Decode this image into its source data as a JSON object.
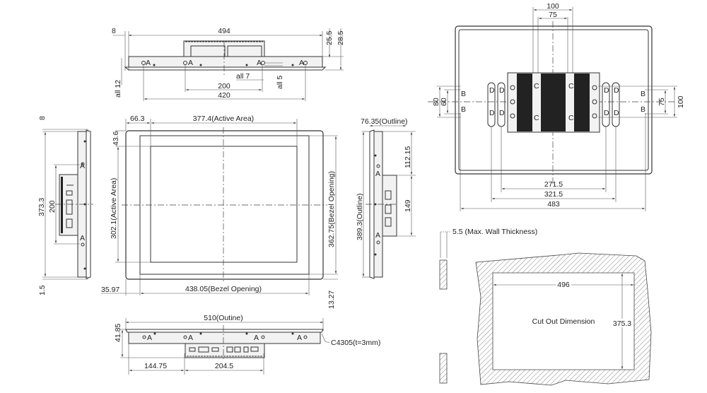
{
  "top_view": {
    "dims": {
      "overall_width": "494",
      "bezel_edge": "8",
      "depth_1": "25.5",
      "depth_2": "28.5",
      "hole_spacing_inner": "200",
      "hole_spacing_outer": "420",
      "hole_dia": "all 7",
      "hole_depth": "all 5",
      "hole_offset": "all 12"
    },
    "hole_label": "A"
  },
  "left_side_view": {
    "dims": {
      "top_offset": "8",
      "height": "373.3",
      "hole_spacing": "200",
      "bottom_offset": "1.5"
    },
    "hole_label": "A"
  },
  "front_view": {
    "dims": {
      "left_offset": "66.3",
      "active_width": "377.4(Active Area)",
      "top_offset": "43.6",
      "active_height": "302.1(Active Area)",
      "bezel_height": "362.75(Bezel Opening)",
      "bezel_left": "35.97",
      "bezel_width": "438.05(Bezel Opening)",
      "bezel_bottom": "13.27"
    }
  },
  "right_side_view": {
    "dims": {
      "depth": "76.35(Outline)",
      "height": "389.3(Outline)",
      "top_to_box": "112.15",
      "box_height": "149"
    },
    "hole_label": "A"
  },
  "bottom_view": {
    "dims": {
      "width": "510(Outine)",
      "depth": "41.85",
      "left_to_box": "144.75",
      "box_width": "204.5"
    },
    "material_note": "C4305(t=3mm)",
    "hole_label": "A"
  },
  "rear_view": {
    "dims": {
      "vesa_100": "100",
      "vesa_75": "75",
      "left_80": "80",
      "left_60": "60",
      "right_75": "75",
      "right_100": "100",
      "span_271": "271.5",
      "span_321": "321.5",
      "span_483": "483"
    },
    "labels": {
      "b": "B",
      "c": "C",
      "d": "D"
    }
  },
  "cutout": {
    "wall_thickness": "5.5 (Max. Wall Thickness)",
    "width": "496",
    "height": "375.3",
    "title": "Cut Out Dimension"
  }
}
